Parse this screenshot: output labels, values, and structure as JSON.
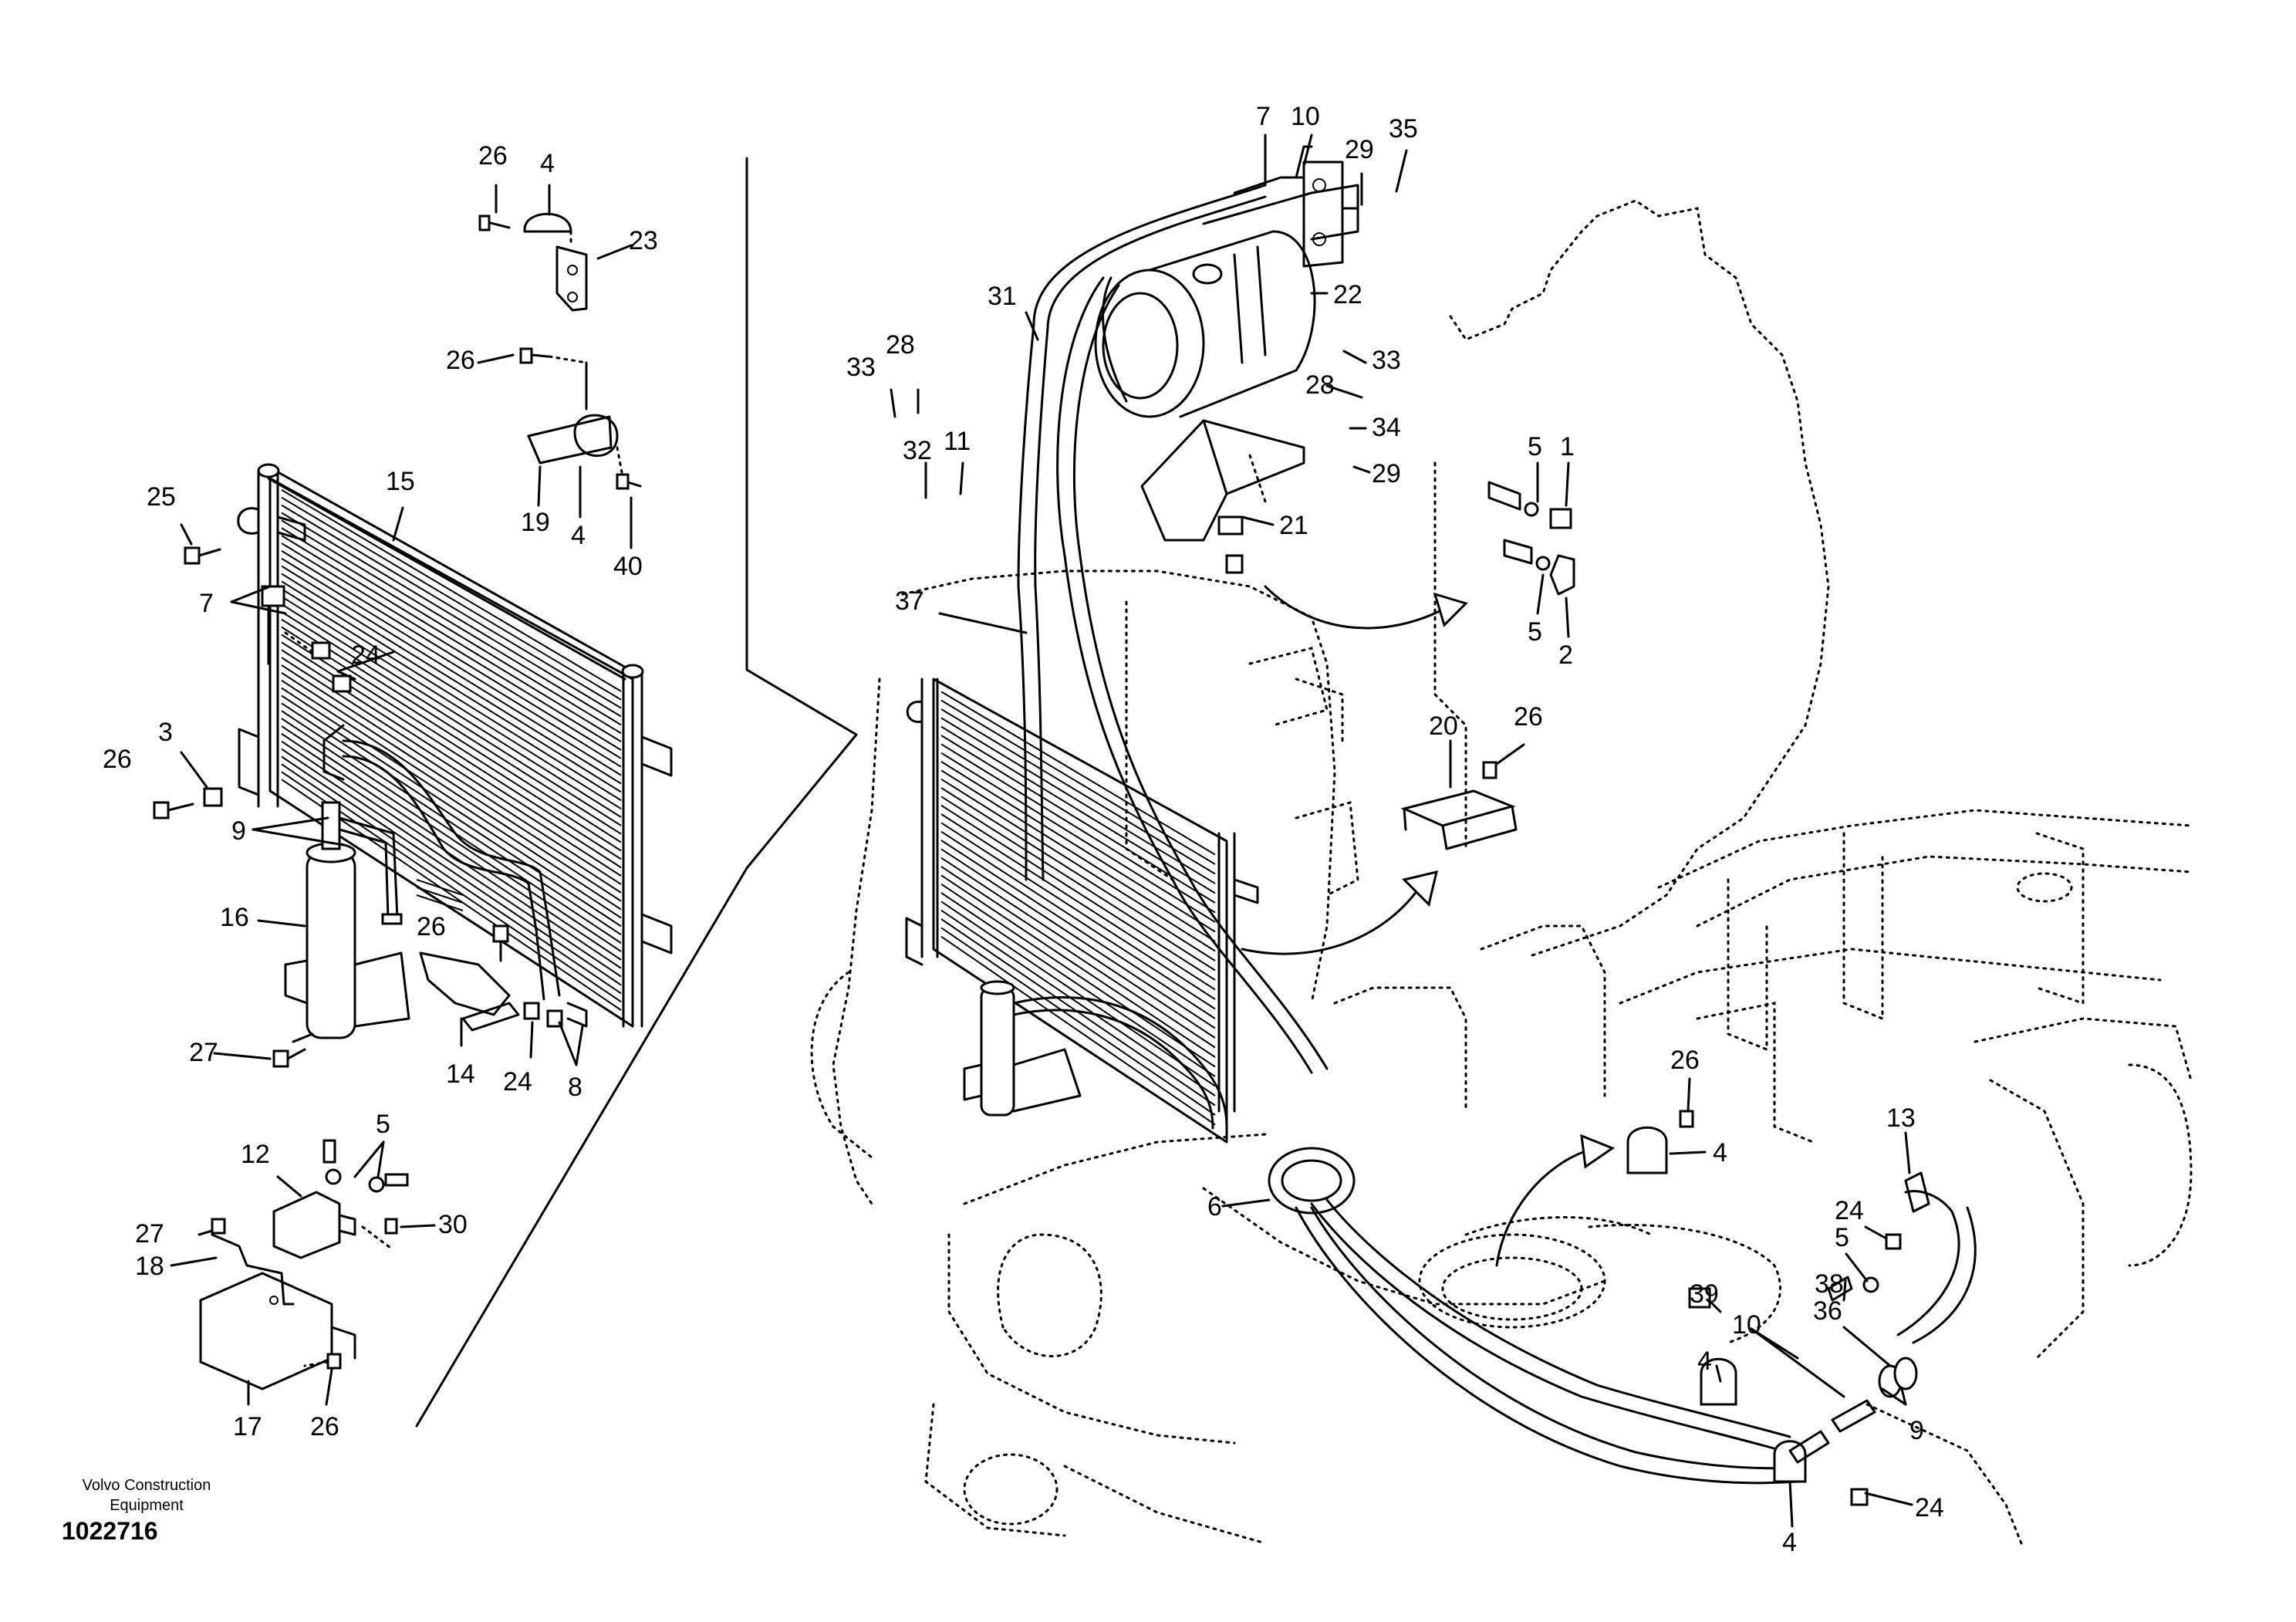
{
  "footer": {
    "brand_line1": "Volvo Construction",
    "brand_line2": "Equipment",
    "drawing_number": "1022716"
  },
  "callouts": {
    "detail_left": [
      {
        "id": "c26a",
        "text": "26"
      },
      {
        "id": "c4a",
        "text": "4"
      },
      {
        "id": "c23",
        "text": "23"
      },
      {
        "id": "c26b",
        "text": "26"
      },
      {
        "id": "c19",
        "text": "19"
      },
      {
        "id": "c4b",
        "text": "4"
      },
      {
        "id": "c40",
        "text": "40"
      },
      {
        "id": "c25",
        "text": "25"
      },
      {
        "id": "c15",
        "text": "15"
      },
      {
        "id": "c7a",
        "text": "7"
      },
      {
        "id": "c24a",
        "text": "24"
      },
      {
        "id": "c3",
        "text": "3"
      },
      {
        "id": "c26c",
        "text": "26"
      },
      {
        "id": "c9a",
        "text": "9"
      },
      {
        "id": "c16",
        "text": "16"
      },
      {
        "id": "c26d",
        "text": "26"
      },
      {
        "id": "c27a",
        "text": "27"
      },
      {
        "id": "c14",
        "text": "14"
      },
      {
        "id": "c24b",
        "text": "24"
      },
      {
        "id": "c8",
        "text": "8"
      }
    ],
    "detail_switch": [
      {
        "id": "c12",
        "text": "12"
      },
      {
        "id": "c5a",
        "text": "5"
      },
      {
        "id": "c27b",
        "text": "27"
      },
      {
        "id": "c30",
        "text": "30"
      },
      {
        "id": "c18",
        "text": "18"
      },
      {
        "id": "c17",
        "text": "17"
      },
      {
        "id": "c26e",
        "text": "26"
      }
    ],
    "main_view": [
      {
        "id": "c7b",
        "text": "7"
      },
      {
        "id": "c10a",
        "text": "10"
      },
      {
        "id": "c29a",
        "text": "29"
      },
      {
        "id": "c35",
        "text": "35"
      },
      {
        "id": "c31",
        "text": "31"
      },
      {
        "id": "c22",
        "text": "22"
      },
      {
        "id": "c33a",
        "text": "33"
      },
      {
        "id": "c28a",
        "text": "28"
      },
      {
        "id": "c33b",
        "text": "33"
      },
      {
        "id": "c28b",
        "text": "28"
      },
      {
        "id": "c34",
        "text": "34"
      },
      {
        "id": "c29b",
        "text": "29"
      },
      {
        "id": "c32",
        "text": "32"
      },
      {
        "id": "c11",
        "text": "11"
      },
      {
        "id": "c21",
        "text": "21"
      },
      {
        "id": "c5b",
        "text": "5"
      },
      {
        "id": "c1",
        "text": "1"
      },
      {
        "id": "c5c",
        "text": "5"
      },
      {
        "id": "c2",
        "text": "2"
      },
      {
        "id": "c37",
        "text": "37"
      },
      {
        "id": "c20",
        "text": "20"
      },
      {
        "id": "c26f",
        "text": "26"
      },
      {
        "id": "c26g",
        "text": "26"
      },
      {
        "id": "c4c",
        "text": "4"
      },
      {
        "id": "c6",
        "text": "6"
      },
      {
        "id": "c13",
        "text": "13"
      },
      {
        "id": "c24c",
        "text": "24"
      },
      {
        "id": "c5d",
        "text": "5"
      },
      {
        "id": "c38",
        "text": "38"
      },
      {
        "id": "c39",
        "text": "39"
      },
      {
        "id": "c10b",
        "text": "10"
      },
      {
        "id": "c36",
        "text": "36"
      },
      {
        "id": "c4d",
        "text": "4"
      },
      {
        "id": "c9b",
        "text": "9"
      },
      {
        "id": "c24d",
        "text": "24"
      },
      {
        "id": "c4e",
        "text": "4"
      }
    ]
  }
}
